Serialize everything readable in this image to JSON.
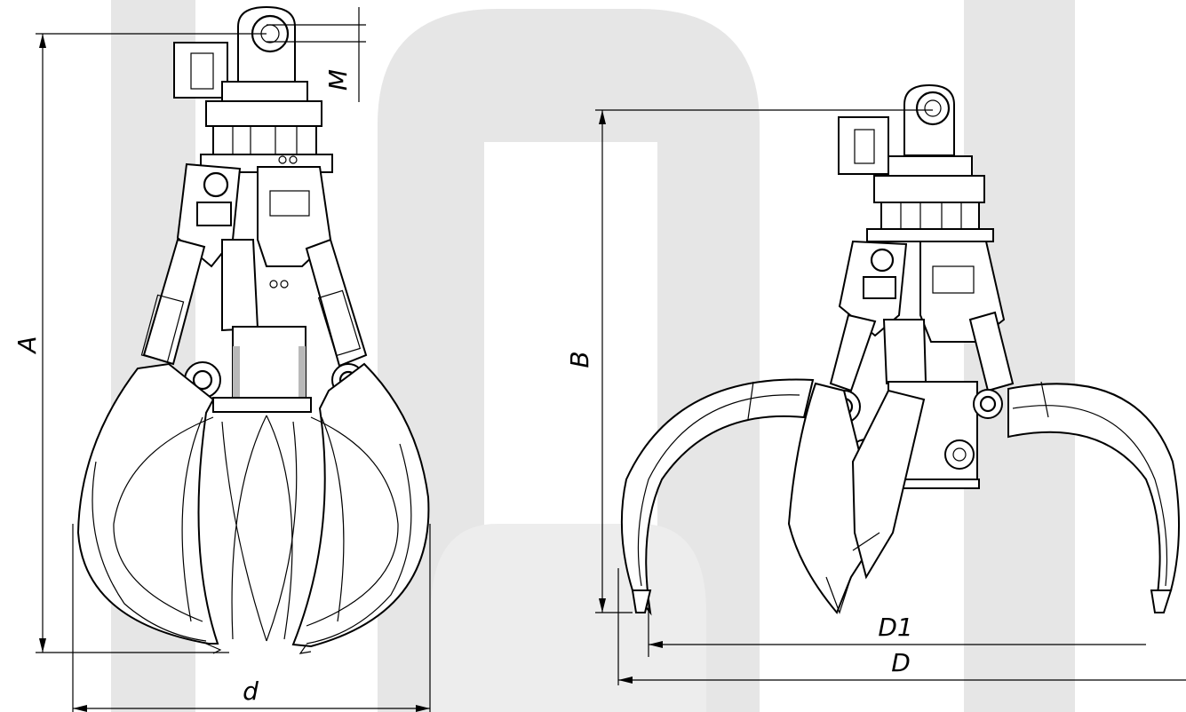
{
  "dimensions": {
    "A": "A",
    "M": "M",
    "d": "d",
    "B": "B",
    "D1": "D1",
    "D": "D"
  },
  "watermark_color": "#e6e6e6"
}
